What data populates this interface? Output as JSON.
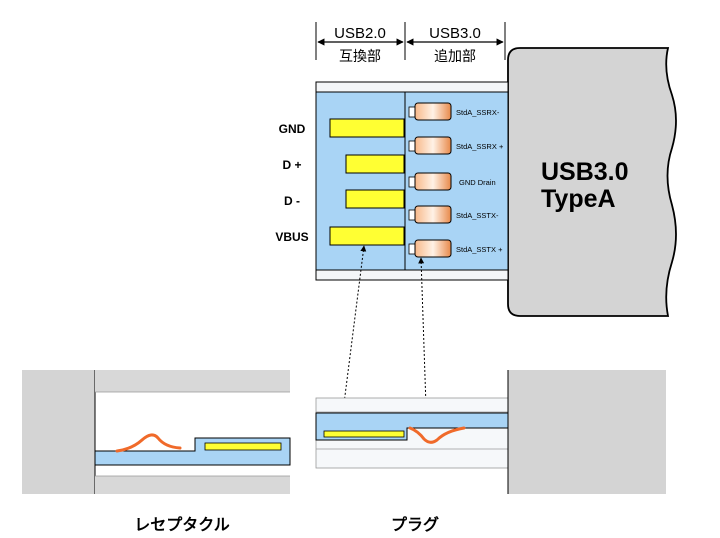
{
  "header": {
    "usb2_title": "USB2.0",
    "usb2_subtitle": "互換部",
    "usb3_title": "USB3.0",
    "usb3_subtitle": "追加部"
  },
  "usb2_pins": [
    {
      "label": "GND"
    },
    {
      "label": "D +"
    },
    {
      "label": "D -"
    },
    {
      "label": "VBUS"
    }
  ],
  "usb3_pins": [
    {
      "label": "StdA_SSRX-"
    },
    {
      "label": "StdA_SSRX +"
    },
    {
      "label": "GND Drain"
    },
    {
      "label": "StdA_SSTX-"
    },
    {
      "label": "StdA_SSTX +"
    }
  ],
  "connector": {
    "line1": "USB3.0",
    "line2": "TypeA"
  },
  "captions": {
    "receptacle": "レセプタクル",
    "plug": "プラグ"
  },
  "colors": {
    "connector_gray": "#d4d4d4",
    "plug_blue": "#a9d4f5",
    "pin_yellow": "#ffff33",
    "pin_orange": "#f08a3c",
    "spring_orange": "#f06a2a"
  }
}
